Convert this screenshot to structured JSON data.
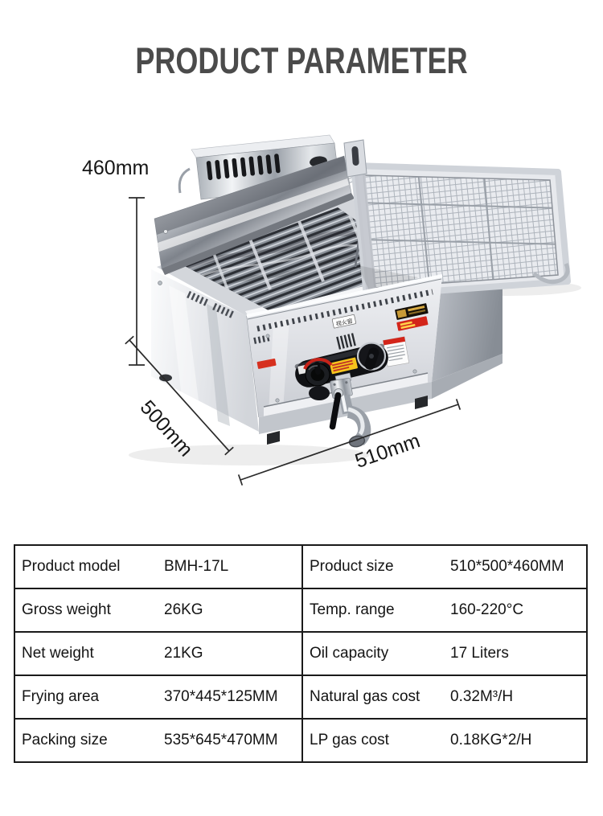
{
  "title": "PRODUCT PARAMETER",
  "diagram": {
    "height_label": "460mm",
    "depth_label": "500mm",
    "width_label": "510mm",
    "viewing_window_label": "视火窗"
  },
  "spec_table": {
    "left_rows": [
      {
        "label": "Product model",
        "value": "BMH-17L"
      },
      {
        "label": "Gross weight",
        "value": "26KG"
      },
      {
        "label": "Net weight",
        "value": "21KG"
      },
      {
        "label": "Frying area",
        "value": "370*445*125MM"
      },
      {
        "label": "Packing size",
        "value": "535*645*470MM"
      }
    ],
    "right_rows": [
      {
        "label": "Product size",
        "value": "510*500*460MM"
      },
      {
        "label": "Temp. range",
        "value": "160-220°C"
      },
      {
        "label": "Oil capacity",
        "value": "17 Liters"
      },
      {
        "label": "Natural gas cost",
        "value": "0.32M³/H"
      },
      {
        "label": "LP gas cost",
        "value": "0.18KG*2/H"
      }
    ]
  },
  "colors": {
    "title_text": "#4b4b4b",
    "table_border": "#1a1a1a",
    "sticker_yellow": "#f6c41d",
    "sticker_red": "#d3251a",
    "sticker_gold": "#c89a36",
    "knob_red_arc": "#c8231a"
  }
}
